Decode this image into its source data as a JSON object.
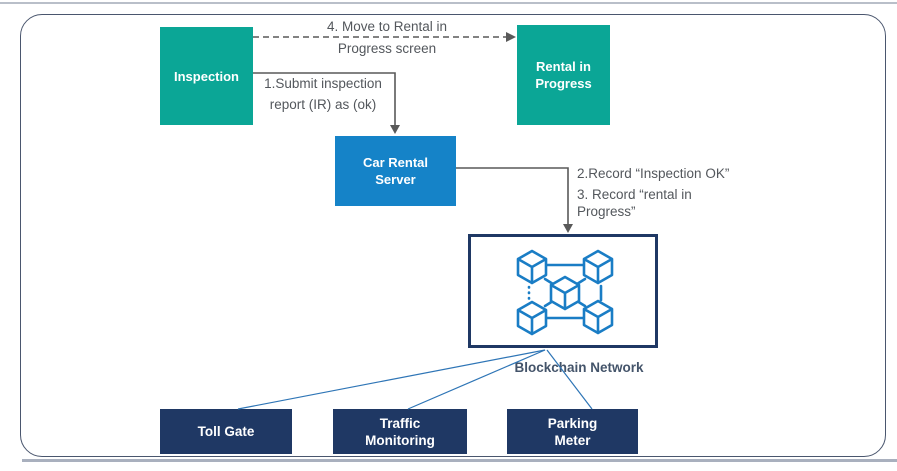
{
  "diagram": {
    "title_context": "Car rental blockchain workflow diagram",
    "nodes": {
      "inspection": {
        "label": "Inspection",
        "color": "#0ba696"
      },
      "rental_in_progress": {
        "label": "Rental in\nProgress",
        "color": "#0ba696"
      },
      "car_rental_server": {
        "label": "Car Rental\nServer",
        "color": "#1583c8"
      },
      "blockchain_network": {
        "label": "Blockchain Network",
        "icon": "blockchain-cubes-icon",
        "border_color": "#1f3864"
      },
      "toll_gate": {
        "label": "Toll Gate",
        "color": "#1f3864"
      },
      "traffic_monitoring": {
        "label": "Traffic\nMonitoring",
        "color": "#1f3864"
      },
      "parking_meter": {
        "label": "Parking\nMeter",
        "color": "#1f3864"
      }
    },
    "edges": {
      "step4": {
        "label": "4. Move to Rental in\nProgress screen",
        "style": "dashed",
        "from": "inspection",
        "to": "rental_in_progress"
      },
      "step1": {
        "label": "1.Submit inspection\nreport (IR) as (ok)",
        "style": "solid",
        "from": "inspection",
        "to": "car_rental_server"
      },
      "step2": {
        "label": "2.Record “Inspection OK”",
        "style": "solid",
        "from": "car_rental_server",
        "to": "blockchain_network"
      },
      "step3": {
        "label": "3. Record “rental in\nProgress”",
        "style": "solid",
        "from": "car_rental_server",
        "to": "blockchain_network"
      }
    },
    "colors": {
      "teal": "#0ba696",
      "server_blue": "#1583c8",
      "navy": "#1f3864",
      "icon_blue": "#1a7dc5",
      "arrow_gray": "#595959",
      "connector_blue": "#2e75b6",
      "frame_border": "#4a566e",
      "label_gray": "#53575c",
      "blockchain_label": "#44546a"
    }
  }
}
